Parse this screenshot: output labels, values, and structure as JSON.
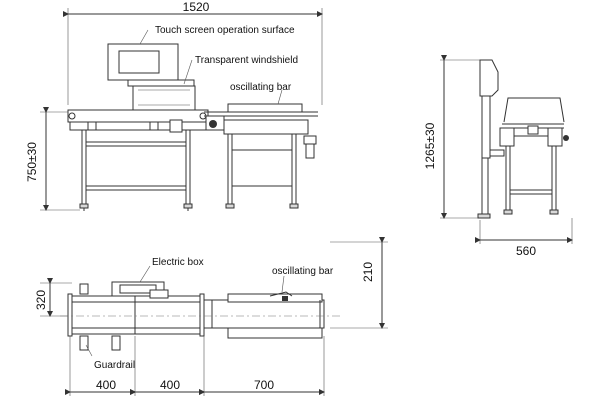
{
  "dimensions": {
    "front_width": "1520",
    "front_height": "750±30",
    "side_height": "1265±30",
    "side_depth": "560",
    "top_depth": "320",
    "top_offset": "210",
    "top_seg_1": "400",
    "top_seg_2": "400",
    "top_seg_3": "700"
  },
  "callouts": {
    "touch_screen": "Touch screen operation surface",
    "windshield": "Transparent windshield",
    "oscillating_bar_front": "oscillating bar",
    "electric_box": "Electric box",
    "oscillating_bar_top": "oscillating bar",
    "guardrail": "Guardrail"
  }
}
